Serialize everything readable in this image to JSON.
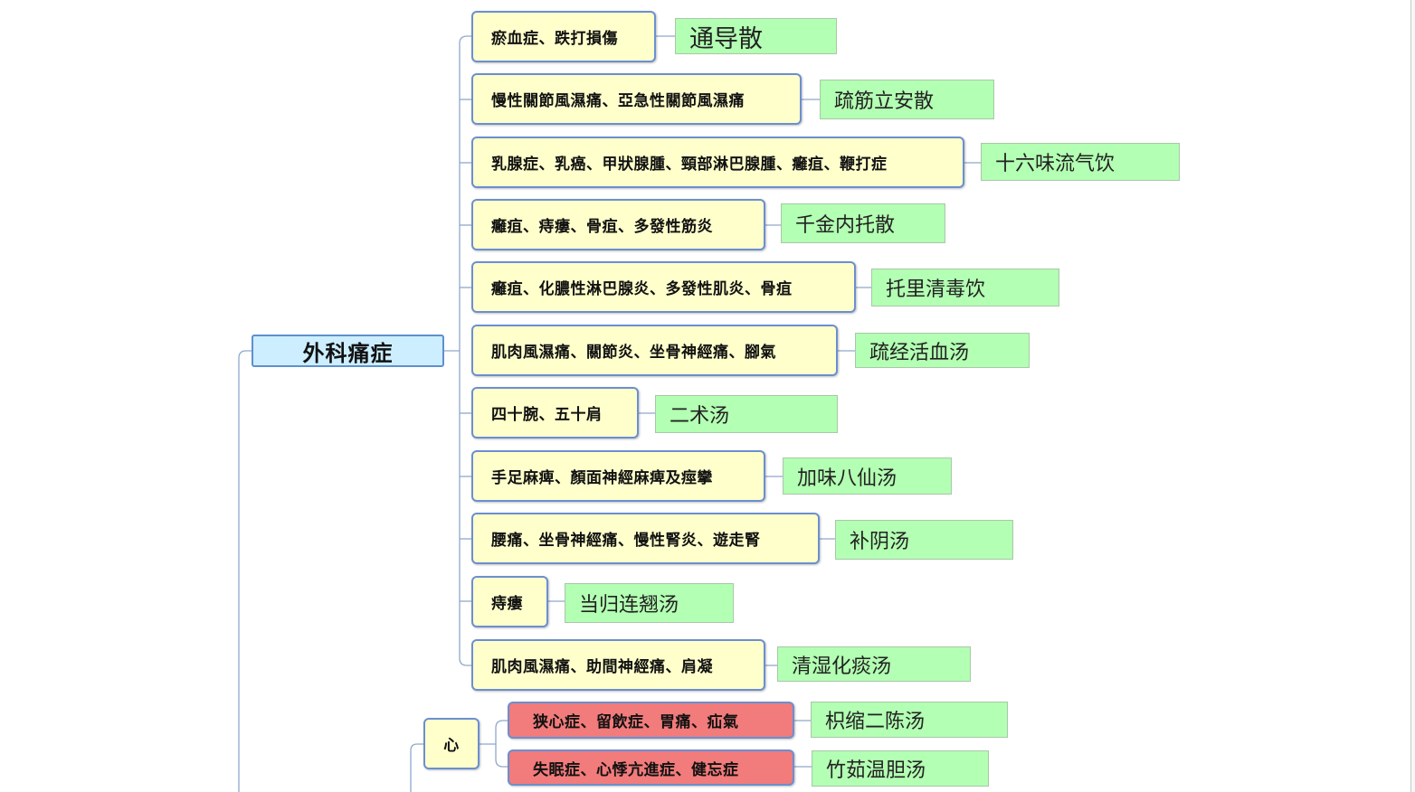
{
  "root": {
    "label": "外科痛症"
  },
  "branches": [
    {
      "symptom": "瘀血症、跌打損傷",
      "formula": "通导散"
    },
    {
      "symptom": "慢性關節風濕痛、亞急性關節風濕痛",
      "formula": "疏筋立安散"
    },
    {
      "symptom": "乳腺症、乳癌、甲狀腺腫、頸部淋巴腺腫、癰疽、鞭打症",
      "formula": "十六味流气饮"
    },
    {
      "symptom": "癰疽、痔瘻、骨疽、多發性筋炎",
      "formula": "千金内托散"
    },
    {
      "symptom": "癰疽、化膿性淋巴腺炎、多發性肌炎、骨疽",
      "formula": "托里清毒饮"
    },
    {
      "symptom": "肌肉風濕痛、關節炎、坐骨神經痛、腳氣",
      "formula": "疏经活血汤"
    },
    {
      "symptom": "四十腕、五十肩",
      "formula": "二术汤"
    },
    {
      "symptom": "手足麻痺、顏面神經麻痺及痙攣",
      "formula": "加味八仙汤"
    },
    {
      "symptom": "腰痛、坐骨神經痛、慢性腎炎、遊走腎",
      "formula": "补阴汤"
    },
    {
      "symptom": "痔瘻",
      "formula": "当归连翘汤"
    },
    {
      "symptom": "肌肉風濕痛、助間神經痛、肩凝",
      "formula": "清湿化痰汤"
    }
  ],
  "heart": {
    "label": "心",
    "branches": [
      {
        "symptom": "狭心症、留飲症、胃痛、疝氣",
        "formula": "枳缩二陈汤"
      },
      {
        "symptom": "失眠症、心悸亢進症、健忘症",
        "formula": "竹茹温胆汤"
      }
    ]
  },
  "colors": {
    "topic_fill": "#ffffcc",
    "topic_border": "#6b8fd0",
    "root_fill": "#cceeff",
    "note_fill": "#b3ffb3",
    "alert_fill": "#f27b7b",
    "connector": "#8fa8cc"
  }
}
